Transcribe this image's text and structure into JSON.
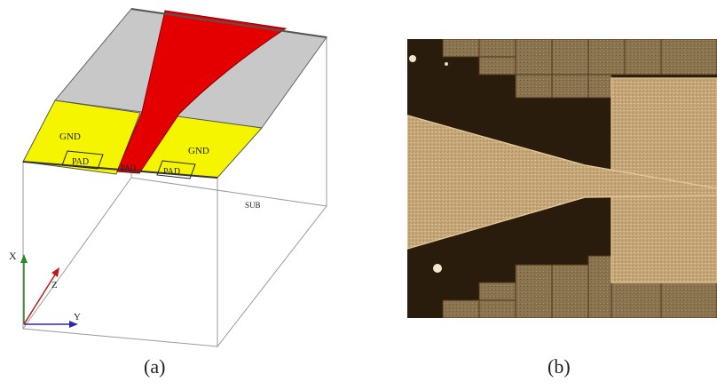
{
  "panel_a": {
    "caption": "(a)",
    "labels": {
      "gnd_left": "GND",
      "gnd_right": "GND",
      "pad_left": "PAD",
      "pad_center": "PAD",
      "pad_right": "PAD",
      "substrate": "SUB"
    },
    "axes": {
      "x": "X",
      "y": "Y",
      "z": "Z"
    },
    "colors": {
      "gnd": "#f5f500",
      "signal": "#e50000",
      "ground_plane": "#c8c8c8",
      "axis_x": "#2a8a2a",
      "axis_y": "#2a2aaa",
      "axis_z": "#c01818"
    }
  },
  "panel_b": {
    "caption": "(b)",
    "description_colors": {
      "metal": "#c2a476",
      "background": "#2a1c0d"
    }
  }
}
